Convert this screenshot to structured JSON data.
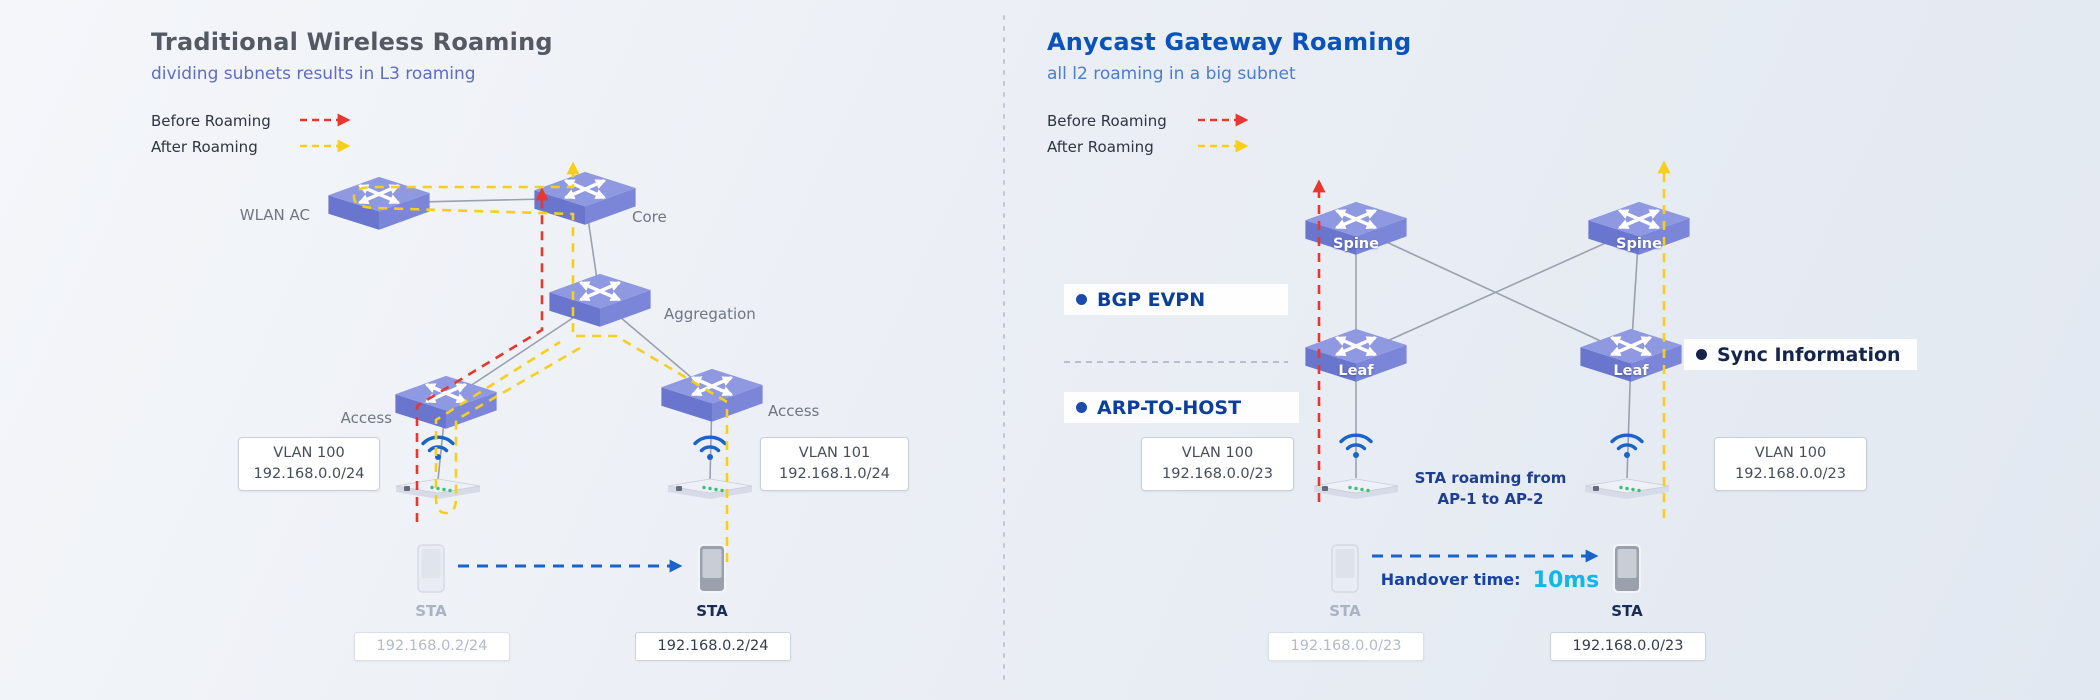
{
  "colors": {
    "red": "#e8372e",
    "yellow": "#f7ce1b",
    "blue": "#1a63c8",
    "cyan": "#12b6e8",
    "left_title": "#545963",
    "left_subtitle": "#5d6cc8",
    "right_title": "#0b52ba",
    "right_subtitle": "#4a7cd4",
    "legend_text": "#2e3440",
    "label_gray": "#6f7683",
    "callout_text": "#0c3f9c",
    "note_text": "#1e3e92",
    "switch_top": "#8f99e2",
    "switch_front": "#6a75cd",
    "switch_side": "#7c86d9",
    "link_gray": "#9aa1ae",
    "faded": "#aab2c5",
    "dark_label": "#182c55"
  },
  "left_panel": {
    "title": "Traditional Wireless Roaming",
    "subtitle": "dividing subnets results in L3 roaming",
    "legend_before": "Before Roaming",
    "legend_after": "After Roaming",
    "node_wlan_ac": "WLAN AC",
    "node_core": "Core",
    "node_aggregation": "Aggregation",
    "node_access_left": "Access",
    "node_access_right": "Access",
    "vlan_left_line1": "VLAN 100",
    "vlan_left_line2": "192.168.0.0/24",
    "vlan_right_line1": "VLAN 101",
    "vlan_right_line2": "192.168.1.0/24",
    "sta_left_label": "STA",
    "sta_left_ip": "192.168.0.2/24",
    "sta_right_label": "STA",
    "sta_right_ip": "192.168.0.2/24"
  },
  "right_panel": {
    "title": "Anycast Gateway Roaming",
    "subtitle": "all l2 roaming in a big subnet",
    "legend_before": "Before Roaming",
    "legend_after": "After Roaming",
    "node_spine_left": "Spine",
    "node_spine_right": "Spine",
    "node_leaf_left": "Leaf",
    "node_leaf_right": "Leaf",
    "callout_bgp": "BGP EVPN",
    "callout_arp": "ARP-TO-HOST",
    "callout_sync": "Sync Information",
    "vlan_left_line1": "VLAN 100",
    "vlan_left_line2": "192.168.0.0/23",
    "vlan_right_line1": "VLAN 100",
    "vlan_right_line2": "192.168.0.0/23",
    "roaming_note_line1": "STA roaming from",
    "roaming_note_line2": "AP-1 to AP-2",
    "handover_label": "Handover time:",
    "handover_value": "10ms",
    "sta_left_label": "STA",
    "sta_left_ip": "192.168.0.0/23",
    "sta_right_label": "STA",
    "sta_right_ip": "192.168.0.0/23"
  }
}
